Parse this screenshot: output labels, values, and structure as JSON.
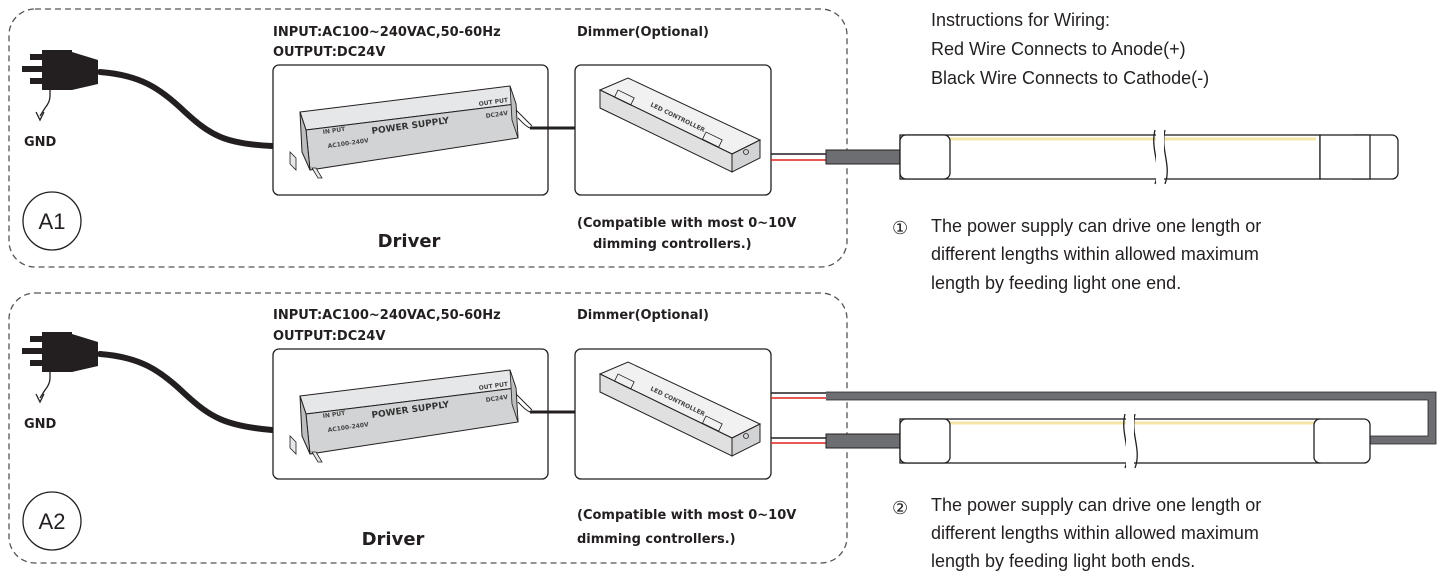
{
  "instructions": {
    "title": "Instructions for Wiring:",
    "red_wire": "Red Wire Connects to Anode(+)",
    "black_wire": "Black Wire Connects to Cathode(-)"
  },
  "colors": {
    "red_wire": "#e0201c",
    "black_wire": "#231f20",
    "cable_gray": "#6d6e71",
    "frame_dash": "#555555"
  },
  "panels": [
    {
      "id": "A1",
      "input": "INPUT:AC100~240VAC,50-60Hz",
      "output": "OUTPUT:DC24V",
      "dimmer": "Dimmer(Optional)",
      "compat_line1": "(Compatible with most 0~10V",
      "compat_line2": "dimming controllers.)",
      "driver": "Driver",
      "gnd": "GND",
      "psu_label": "POWER SUPPLY",
      "psu_input": "IN PUT",
      "psu_input_range": "AC100-240V",
      "psu_output": "OUT PUT",
      "psu_output_value": "DC24V",
      "controller_label": "LED CONTROLLER",
      "note_number": "①",
      "note_lines": [
        "The power supply can drive one length or",
        "different lengths within allowed maximum",
        "length by feeding light one end."
      ]
    },
    {
      "id": "A2",
      "input": "INPUT:AC100~240VAC,50-60Hz",
      "output": "OUTPUT:DC24V",
      "dimmer": "Dimmer(Optional)",
      "compat_line1": "(Compatible with most 0~10V",
      "compat_line2": "dimming controllers.)",
      "driver": "Driver",
      "gnd": "GND",
      "psu_label": "POWER SUPPLY",
      "psu_input": "IN PUT",
      "psu_input_range": "AC100-240V",
      "psu_output": "OUT PUT",
      "psu_output_value": "DC24V",
      "controller_label": "LED CONTROLLER",
      "note_number": "②",
      "note_lines": [
        "The power supply can drive one length or",
        "different lengths within allowed maximum",
        "length by feeding light both ends."
      ]
    }
  ]
}
